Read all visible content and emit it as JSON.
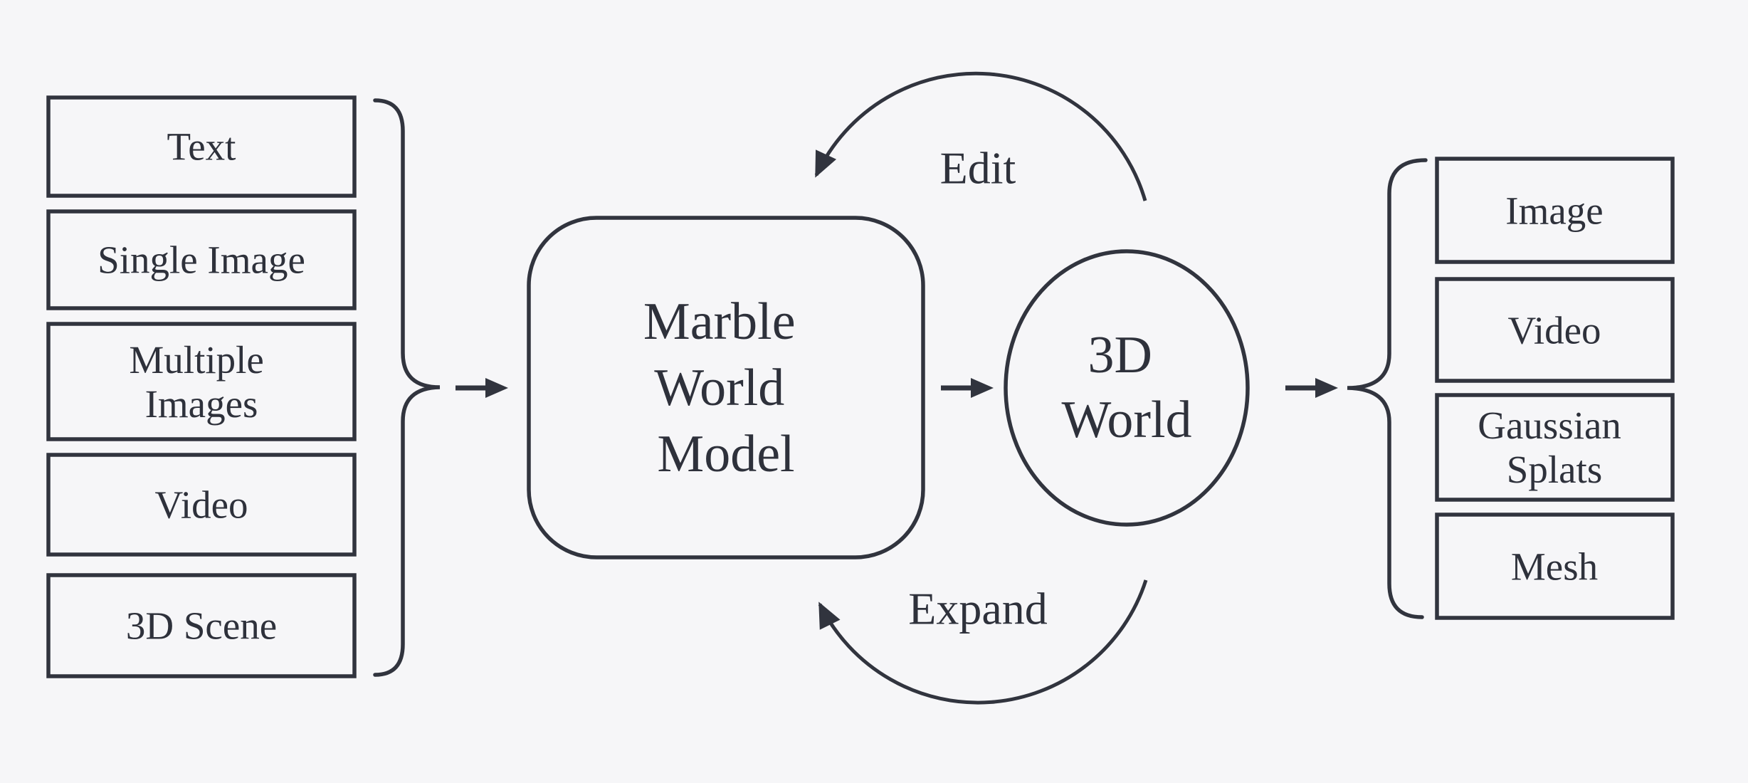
{
  "colors": {
    "background": "#f6f6f8",
    "ink": "#31343e",
    "text": "#2e313b"
  },
  "inputs": {
    "items": [
      {
        "label": "Text",
        "lines": [
          "Text"
        ]
      },
      {
        "label": "Single Image",
        "lines": [
          "Single Image"
        ]
      },
      {
        "label": "Multiple Images",
        "lines": [
          "Multiple",
          "Images"
        ]
      },
      {
        "label": "Video",
        "lines": [
          "Video"
        ]
      },
      {
        "label": "3D Scene",
        "lines": [
          "3D Scene"
        ]
      }
    ]
  },
  "model": {
    "label": "Marble World Model",
    "lines": [
      "Marble",
      "World",
      "Model"
    ]
  },
  "world": {
    "label": "3D World",
    "lines": [
      "3D",
      "World"
    ]
  },
  "loops": {
    "edit_label": "Edit",
    "expand_label": "Expand"
  },
  "outputs": {
    "items": [
      {
        "label": "Image",
        "lines": [
          "Image"
        ]
      },
      {
        "label": "Video",
        "lines": [
          "Video"
        ]
      },
      {
        "label": "Gaussian Splats",
        "lines": [
          "Gaussian",
          "Splats"
        ]
      },
      {
        "label": "Mesh",
        "lines": [
          "Mesh"
        ]
      }
    ]
  }
}
